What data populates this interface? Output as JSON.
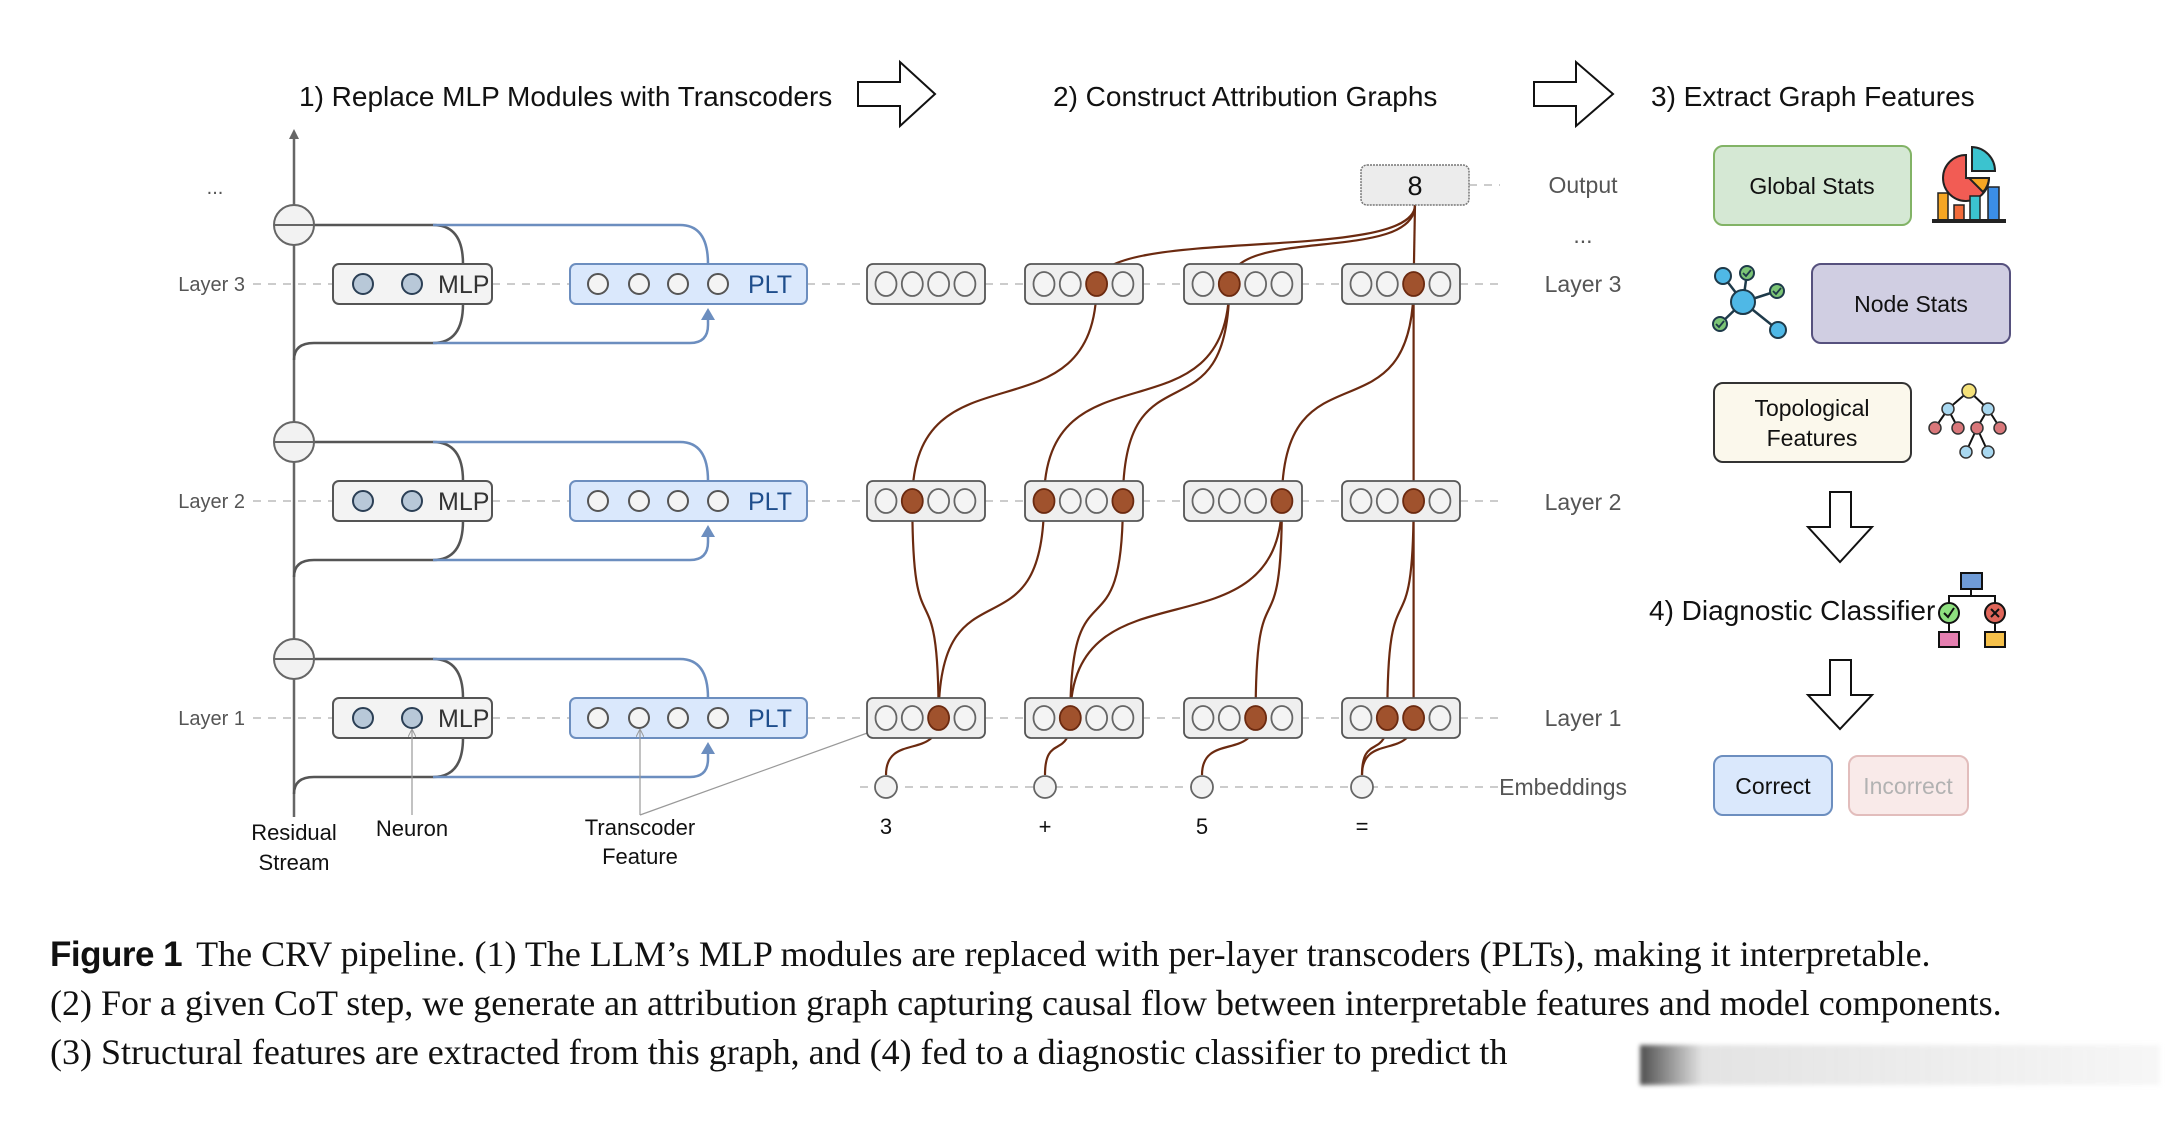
{
  "headers": {
    "step1": "1) Replace MLP Modules with Transcoders",
    "step2": "2) Construct Attribution Graphs",
    "step3": "3) Extract Graph Features",
    "step4": "4) Diagnostic Classifier"
  },
  "left_panel": {
    "ellipsis": "...",
    "layers": [
      "Layer 3",
      "Layer 2",
      "Layer 1"
    ],
    "mlp_label": "MLP",
    "plt_label": "PLT",
    "annotations": {
      "residual": [
        "Residual",
        "Stream"
      ],
      "neuron": "Neuron",
      "transcoder": [
        "Transcoder",
        "Feature"
      ]
    }
  },
  "attribution_graph": {
    "output_token": "8",
    "row_labels": {
      "output": "Output",
      "ellipsis": "...",
      "layer3": "Layer 3",
      "layer2": "Layer 2",
      "layer1": "Layer 1",
      "embeddings": "Embeddings"
    },
    "tokens": [
      "3",
      "+",
      "5",
      "="
    ],
    "active_nodes": {
      "layer3": [
        [],
        [
          2
        ],
        [
          1
        ],
        [
          2
        ]
      ],
      "layer2": [
        [
          1
        ],
        [
          0,
          3
        ],
        [
          3
        ],
        [
          2
        ]
      ],
      "layer1": [
        [
          2
        ],
        [
          1
        ],
        [
          2
        ],
        [
          1,
          2
        ]
      ]
    },
    "edges": [
      {
        "from": "output",
        "to": "L3.1.2"
      },
      {
        "from": "output",
        "to": "L3.2.1"
      },
      {
        "from": "output",
        "to": "L3.3.2"
      },
      {
        "from": "L3.1.2",
        "to": "L2.0.1"
      },
      {
        "from": "L3.2.1",
        "to": "L2.1.0"
      },
      {
        "from": "L3.2.1",
        "to": "L2.1.3"
      },
      {
        "from": "L3.3.2",
        "to": "L2.2.3"
      },
      {
        "from": "L3.3.2",
        "to": "L2.3.2"
      },
      {
        "from": "L2.0.1",
        "to": "L1.0.2"
      },
      {
        "from": "L2.1.0",
        "to": "L1.0.2"
      },
      {
        "from": "L2.1.3",
        "to": "L1.1.1"
      },
      {
        "from": "L2.2.3",
        "to": "L1.1.1"
      },
      {
        "from": "L2.2.3",
        "to": "L1.2.2"
      },
      {
        "from": "L2.3.2",
        "to": "L1.3.1"
      },
      {
        "from": "L2.3.2",
        "to": "L1.3.2"
      },
      {
        "from": "L1.0.2",
        "to": "E.0"
      },
      {
        "from": "L1.1.1",
        "to": "E.1"
      },
      {
        "from": "L1.2.2",
        "to": "E.2"
      },
      {
        "from": "L1.3.1",
        "to": "E.3"
      },
      {
        "from": "L1.3.2",
        "to": "E.3"
      }
    ]
  },
  "features": {
    "global_stats": "Global Stats",
    "node_stats": "Node Stats",
    "topological": [
      "Topological",
      "Features"
    ]
  },
  "classifier": {
    "correct": "Correct",
    "incorrect": "Incorrect"
  },
  "colors": {
    "active_node": "#a0522d",
    "edge": "#6b2a10",
    "plt_fill": "#dae8fc",
    "plt_border": "#6c8ebf",
    "plt_text": "#1f4e8c",
    "global_fill": "#d5e8d4",
    "global_border": "#82b366",
    "node_fill": "#d0cee2",
    "node_border": "#56517e",
    "topo_fill": "#fbf8ec",
    "correct_fill": "#dae8fc",
    "incorrect_fill": "#f8e3e2"
  },
  "caption": {
    "label": "Figure 1",
    "lines": [
      "The CRV pipeline. (1) The LLM’s MLP modules are replaced with per-layer transcoders (PLTs), making it interpretable.",
      "(2) For a given CoT step, we generate an attribution graph capturing causal flow between interpretable features and model components.",
      "(3) Structural features are extracted from this graph, and (4) fed to a diagnostic classifier to predict th"
    ]
  }
}
